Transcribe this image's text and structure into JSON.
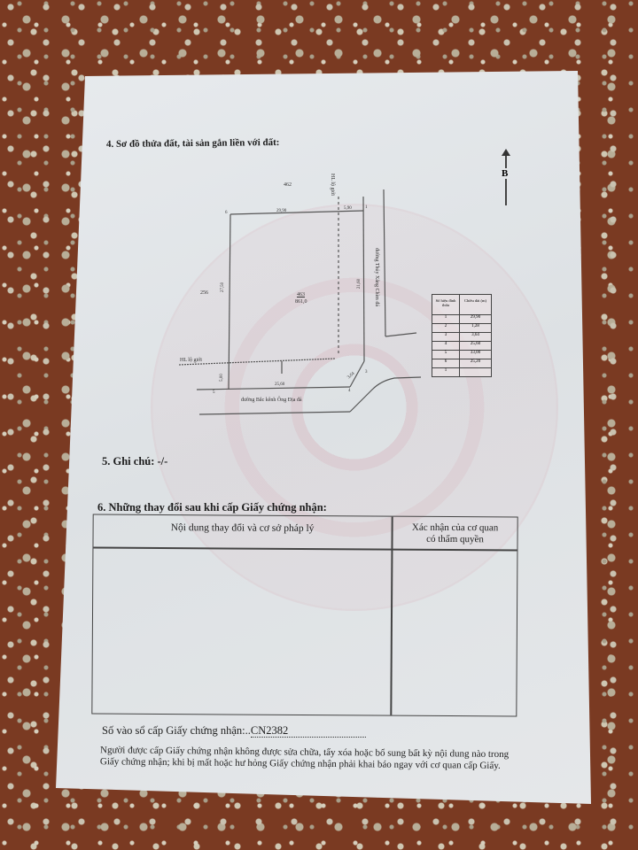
{
  "document": {
    "section4_title": "4. Sơ đồ thửa đất, tài sản gắn liền với đất:",
    "north_label": "B",
    "map": {
      "parcel_north": "462",
      "parcel_west": "256",
      "parcel_main": "463",
      "parcel_area": "861,0",
      "road_east": "đường Thủy Xăng Chìm đá",
      "road_south": "đường Bắc kênh Ông Địa đá",
      "hl_line_label": "HL lộ giới",
      "hl_vertical_label": "HL lộ giới",
      "edge_top_long": "29,90",
      "edge_top_short": "5,90",
      "edge_west": "27,50",
      "edge_east": "21,60",
      "edge_south": "25,60",
      "edge_chamfer": "3,64",
      "edge_sw_short": "5,00",
      "point_labels": [
        "1",
        "2",
        "3",
        "4",
        "5",
        "6"
      ]
    },
    "edge_table": {
      "headers": [
        "Số hiệu đỉnh thửa",
        "Chiều dài (m)"
      ],
      "rows": [
        {
          "point": "1",
          "length": "29,90"
        },
        {
          "point": "2",
          "length": "1,28"
        },
        {
          "point": "3",
          "length": "3,64"
        },
        {
          "point": "4",
          "length": "25,60"
        },
        {
          "point": "5",
          "length": "33,00"
        },
        {
          "point": "6",
          "length": "25,20"
        },
        {
          "point": "1",
          "length": ""
        }
      ]
    },
    "section5_title": "5. Ghi chú: -/-",
    "section6_title": "6. Những thay đổi sau khi cấp Giấy chứng nhận:",
    "changes_table": {
      "col1_header": "Nội dung thay đổi và cơ sở pháp lý",
      "col2_header_line1": "Xác nhận của cơ quan",
      "col2_header_line2": "có thẩm quyền"
    },
    "registry_label": "Số vào sổ cấp Giấy chứng nhận:..",
    "registry_number": "CN2382",
    "footer_line1": "Người được cấp Giấy chứng nhận không được sửa chữa, tẩy xóa hoặc bổ sung bất kỳ nội dung nào trong",
    "footer_line2": "Giấy chứng nhận; khi bị mất hoặc hư hỏng Giấy chứng nhận phải khai báo ngay với cơ quan cấp Giấy."
  }
}
